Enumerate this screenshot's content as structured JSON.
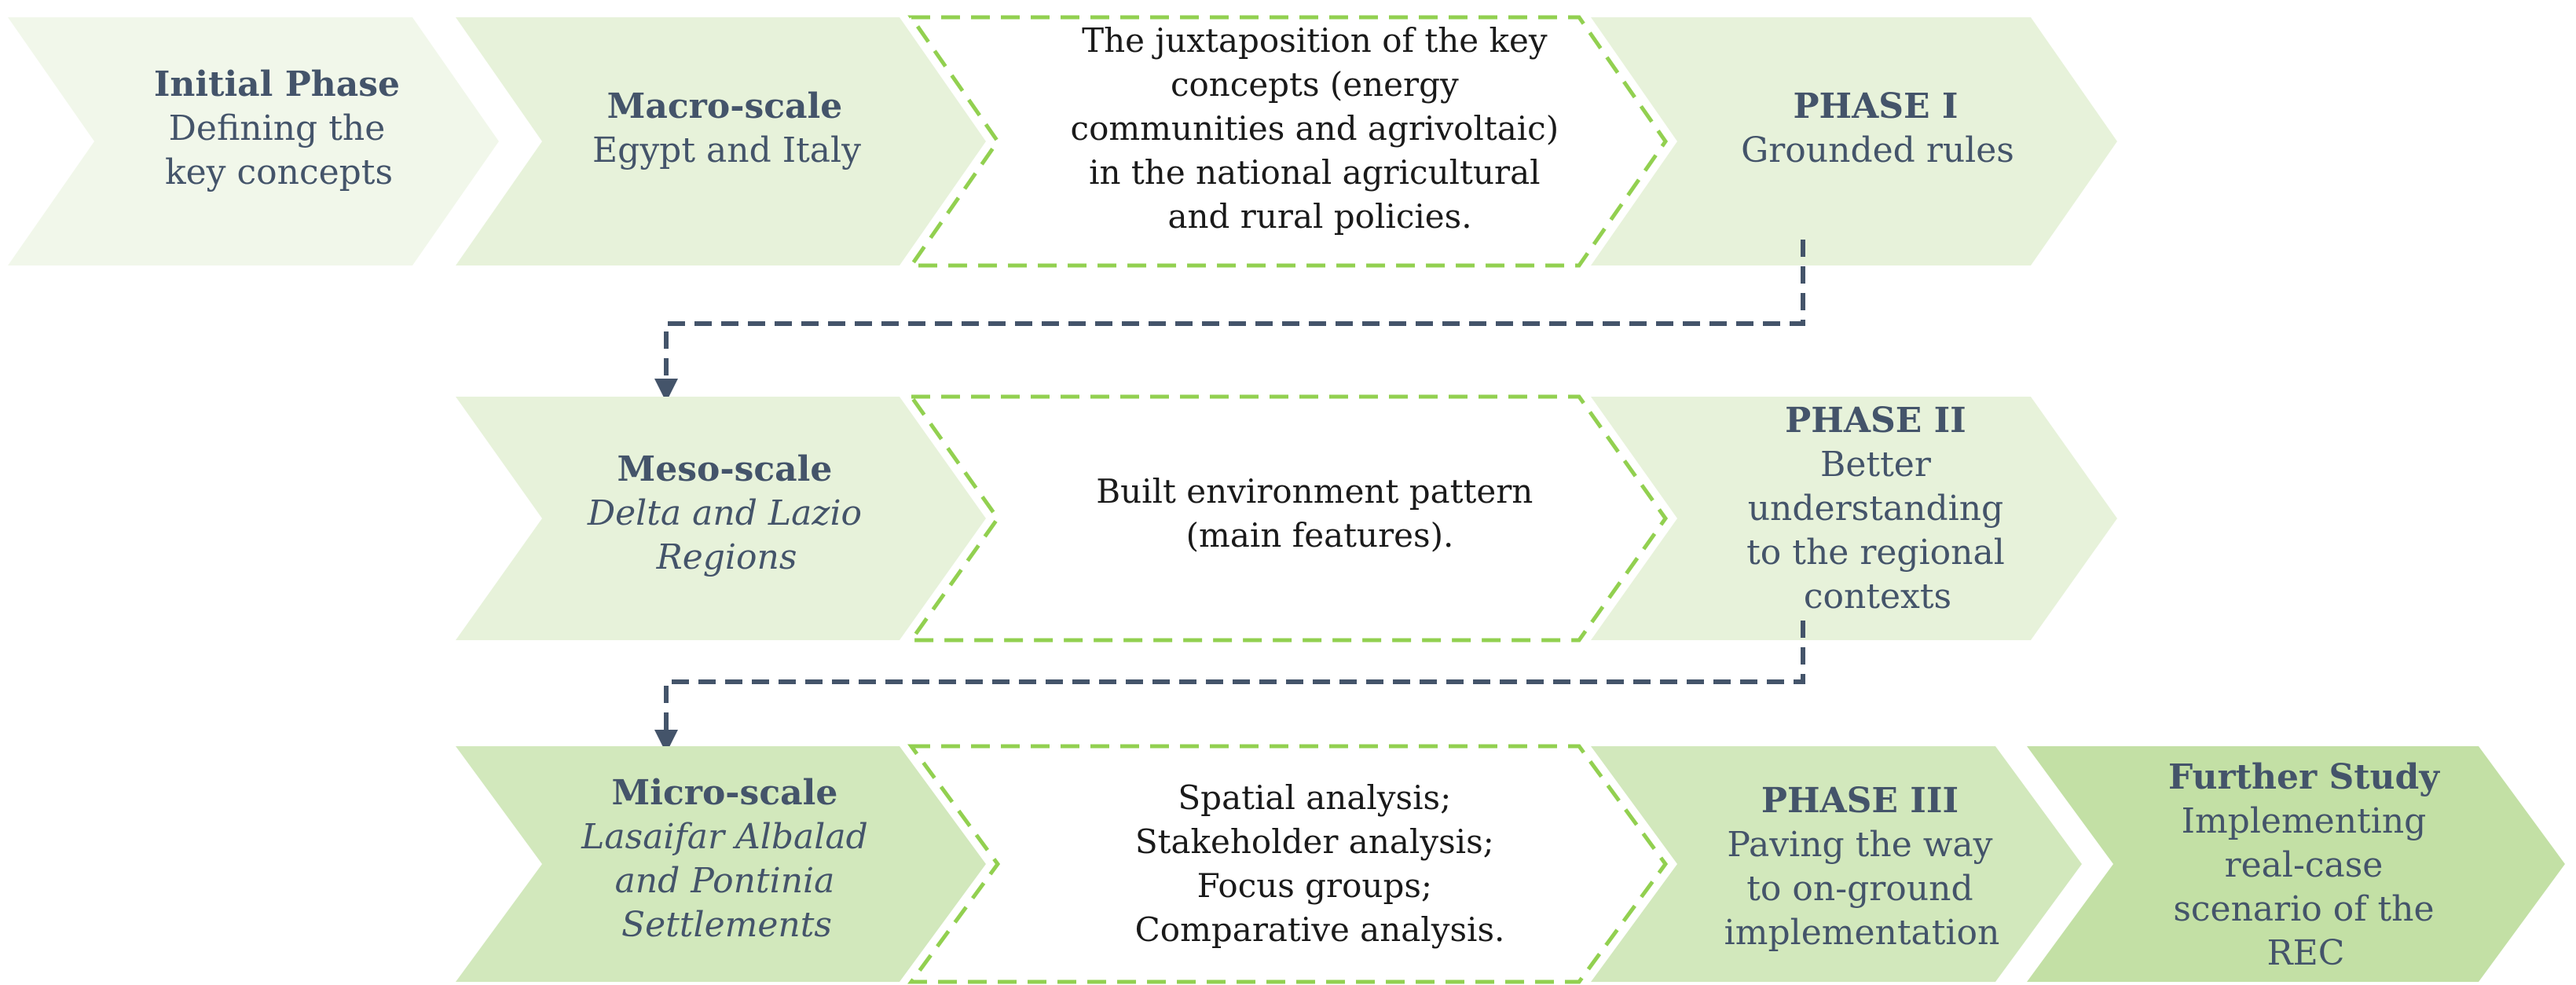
{
  "colors": {
    "light_fill": "#f1f7ea",
    "mid_fill": "#e7f2da",
    "strong_fill": "#d2e8bc",
    "dashed_border": "#92d050",
    "connector": "#44546a",
    "title_text": "#44546a",
    "body_text": "#1a1a1a"
  },
  "rows": [
    {
      "scale": {
        "title": "Macro-scale",
        "lines": [
          "Egypt and Italy"
        ],
        "italic": false
      },
      "description": [
        "The juxtaposition of the key",
        "concepts (energy",
        "communities and agrivoltaic)",
        "in the national agricultural",
        "and rural policies."
      ],
      "phase": {
        "title": "PHASE I",
        "lines": [
          "Grounded rules"
        ]
      }
    },
    {
      "scale": {
        "title": "Meso-scale",
        "lines": [
          "Delta and Lazio",
          "Regions"
        ],
        "italic": true
      },
      "description": [
        "Built environment pattern",
        "(main features)."
      ],
      "phase": {
        "title": "PHASE II",
        "lines": [
          "Better",
          "understanding",
          "to the regional",
          "contexts"
        ]
      }
    },
    {
      "scale": {
        "title": "Micro-scale",
        "lines": [
          "Lasaifar Albalad",
          "and Pontinia",
          "Settlements"
        ],
        "italic": true
      },
      "description": [
        "Spatial analysis;",
        "Stakeholder analysis;",
        "Focus groups;",
        "Comparative analysis."
      ],
      "phase": {
        "title": "PHASE III",
        "lines": [
          "Paving the way",
          "to on-ground",
          "implementation"
        ]
      }
    }
  ],
  "initial_phase": {
    "title": "Initial Phase",
    "lines": [
      "Defining the",
      "key concepts"
    ]
  },
  "further_study": {
    "title": "Further Study",
    "lines": [
      "Implementing",
      "real-case",
      "scenario of the",
      "REC"
    ]
  }
}
